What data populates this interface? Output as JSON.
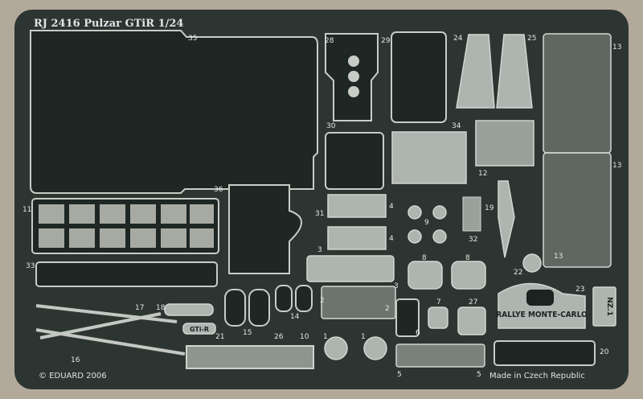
{
  "fret": {
    "title": "RJ 2416  Pulzar GTiR   1/24",
    "copyright": "© EDUARD 2006",
    "origin": "Made in Czech Republic",
    "plaque_text": "RALLYE MONTE-CARLO",
    "badge_text": "GTi-R",
    "plate_text": "NZ.1"
  },
  "part_numbers": [
    "35",
    "28",
    "29",
    "24",
    "25",
    "13",
    "13",
    "30",
    "34",
    "12",
    "36",
    "31",
    "11",
    "4",
    "4",
    "9",
    "19",
    "32",
    "3",
    "33",
    "8",
    "8",
    "13",
    "22",
    "3",
    "2",
    "2",
    "23",
    "17",
    "18",
    "14",
    "7",
    "27",
    "6",
    "21",
    "15",
    "26",
    "10",
    "1",
    "1",
    "16",
    "5",
    "5",
    "20"
  ],
  "colors": {
    "background": "#b3a99b",
    "fret": "#2c3531",
    "metal": "#c9ccc6"
  }
}
